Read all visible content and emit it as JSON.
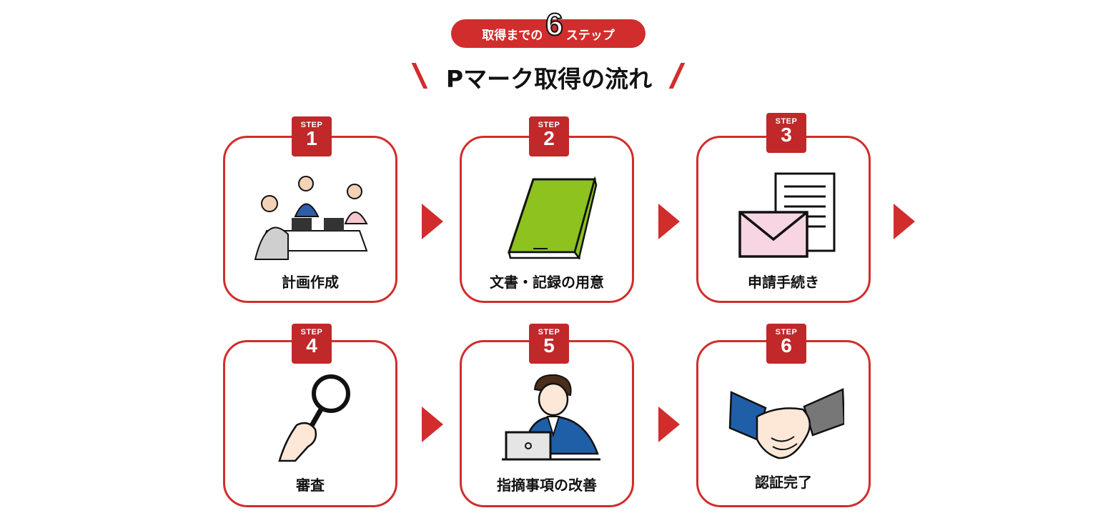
{
  "badge": {
    "prefix": "取得までの",
    "number": "6",
    "suffix": "ステップ"
  },
  "title": "Pマーク取得の流れ",
  "step_word": "STEP",
  "steps": [
    {
      "number": "1",
      "label": "計画作成"
    },
    {
      "number": "2",
      "label": "文書・記録の用意"
    },
    {
      "number": "3",
      "label": "申請手続き"
    },
    {
      "number": "4",
      "label": "審査"
    },
    {
      "number": "5",
      "label": "指摘事項の改善"
    },
    {
      "number": "6",
      "label": "認証完了"
    }
  ],
  "colors": {
    "accent": "#d12d2d",
    "book": "#8dc21f",
    "suit": "#1f5fa8",
    "envelope": "#f7d5e2"
  }
}
